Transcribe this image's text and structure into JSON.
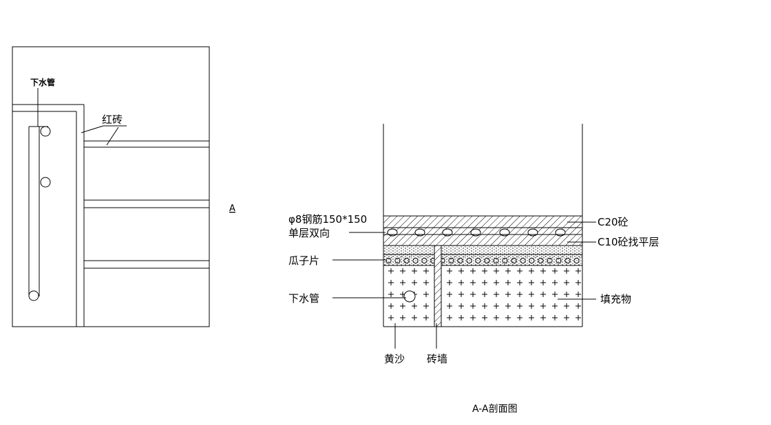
{
  "plan": {
    "downpipe_label": "下水管",
    "brick_label": "红砖",
    "section_marker": "A"
  },
  "section": {
    "title": "A-A剖面图",
    "labels": {
      "rebar_line1": "φ8钢筋150*150",
      "rebar_line2": "单层双向",
      "gravel": "瓜子片",
      "downpipe": "下水管",
      "c20": "C20砼",
      "c10": "C10砼找平层",
      "fill": "填充物",
      "sand": "黄沙",
      "brick_wall": "砖墙"
    }
  }
}
